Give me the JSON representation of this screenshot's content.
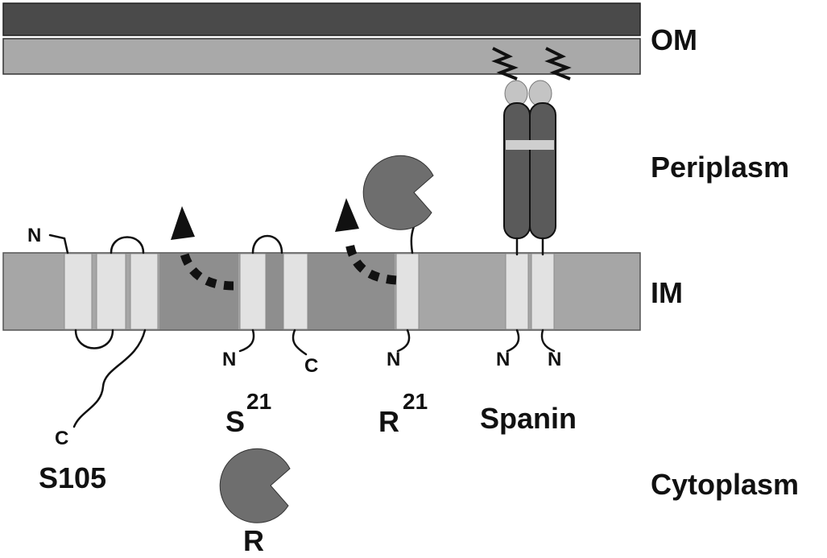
{
  "regions": {
    "outer_membrane": "OM",
    "periplasm": "Periplasm",
    "inner_membrane": "IM",
    "cytoplasm": "Cytoplasm"
  },
  "proteins": {
    "s105": {
      "label": "S105",
      "n_terminus": "N",
      "c_terminus": "C"
    },
    "s21": {
      "label": "S",
      "superscript": "21",
      "n_terminus": "N",
      "c_terminus": "C"
    },
    "r21": {
      "label": "R",
      "superscript": "21",
      "n_terminus": "N"
    },
    "spanin": {
      "label": "Spanin",
      "n_terminus_left": "N",
      "n_terminus_right": "N"
    },
    "r": {
      "label": "R"
    }
  },
  "colors": {
    "outer_membrane_dark": "#4a4a4a",
    "outer_membrane_light": "#a9a9a9",
    "inner_membrane": "#a6a6a6",
    "inner_membrane_dark_zone": "#8e8e8e",
    "helix_light": "#e2e2e2",
    "enzyme": "#6e6e6e",
    "spanin_body": "#5a5a5a",
    "spanin_band": "#cfcfcf",
    "lipid_head": "#c4c4c4",
    "arrow": "#111111"
  },
  "icons": {
    "enzyme": "pacman-enzyme-icon",
    "arrow": "dashed-curved-arrow-icon",
    "lipid_anchor": "zigzag-lipid-anchor-icon"
  }
}
